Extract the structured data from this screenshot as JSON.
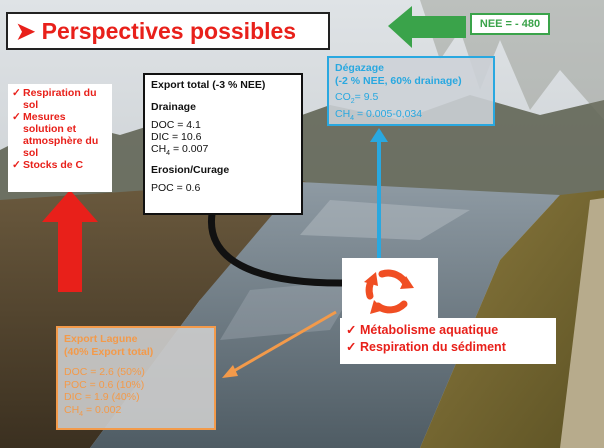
{
  "title": "Perspectives possibles",
  "nee_label": "NEE =  - 480",
  "left_list": [
    "Respiration du sol",
    "Mesures solution et atmosphère du sol",
    "Stocks de C"
  ],
  "export_box": {
    "title": "Export total (-3 % NEE)",
    "drainage_heading": "Drainage",
    "doc": "DOC = 4.1",
    "dic": "DIC = 10.6",
    "ch4_label": "CH",
    "ch4_sub": "4",
    "ch4_value": " = 0.007",
    "erosion_heading": "Erosion/Curage",
    "poc": "POC = 0.6"
  },
  "degazage": {
    "title": "Dégazage",
    "subtitle": "(-2 % NEE, 60% drainage)",
    "co2_label": "CO",
    "co2_sub": "2",
    "co2_value": "= 9.5",
    "ch4_label": "CH",
    "ch4_sub": "4",
    "ch4_value": " = 0.005-0,034"
  },
  "export_lagune": {
    "title": "Export Lagune",
    "subtitle": "(40% Export total)",
    "doc": "DOC = 2.6 (50%)",
    "poc": "POC = 0.6 (10%)",
    "dic": "DIC = 1.9 (40%)",
    "ch4_label": "CH",
    "ch4_sub": "4",
    "ch4_value": " = 0.002"
  },
  "aquatic_list": [
    "Métabolisme aquatique",
    "Respiration du sédiment"
  ],
  "colors": {
    "red": "#e8201a",
    "green": "#3aa34a",
    "blue": "#29a8e0",
    "orange": "#f39a4a",
    "black": "#111111"
  },
  "icons": {
    "title_bullet": "arrowhead-bullet-icon",
    "check": "checkmark-icon",
    "recycle": "recycle-icon"
  }
}
